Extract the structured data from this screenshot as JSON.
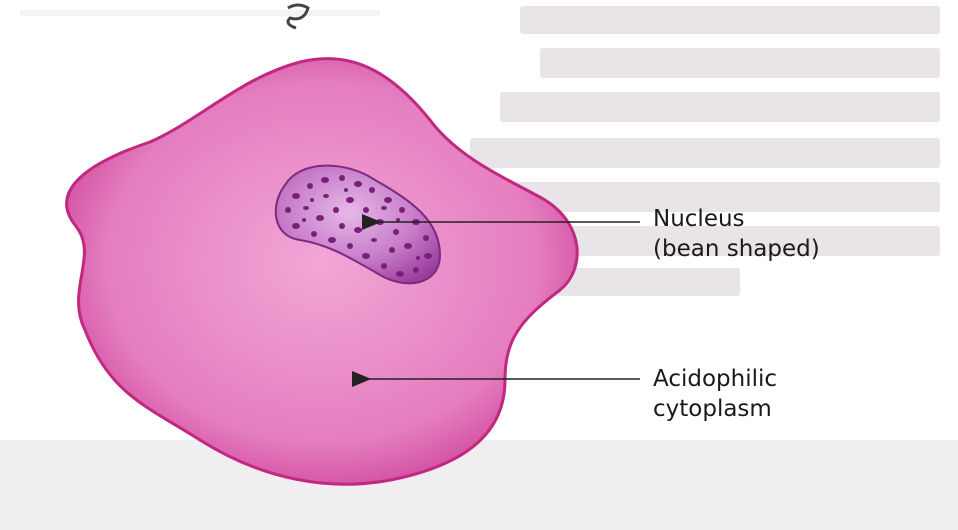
{
  "figure": {
    "labels": {
      "nucleus_line1": "Nucleus",
      "nucleus_line2": "(bean shaped)",
      "cytoplasm_line1": "Acidophilic",
      "cytoplasm_line2": "cytoplasm"
    },
    "colors": {
      "cytoplasm": "#e97fc2",
      "cytoplasm_edge": "#c2287f",
      "nucleus": "#b04aa8",
      "chromatin": "#7a1f7a",
      "background_text": "#e6e2e6"
    }
  }
}
